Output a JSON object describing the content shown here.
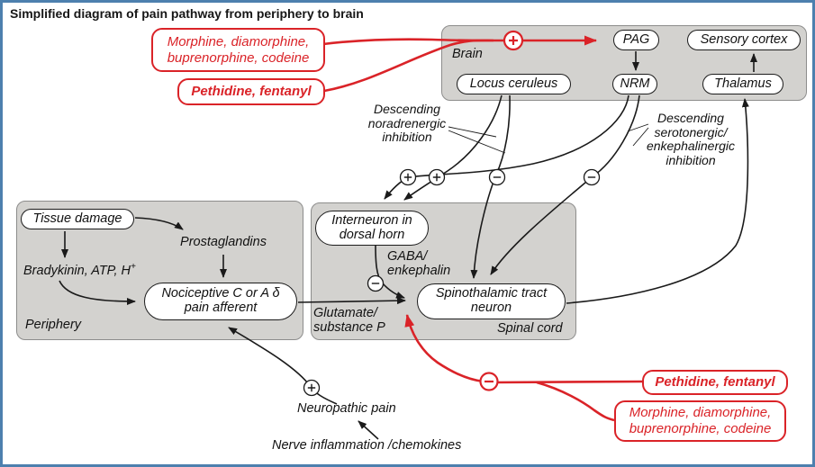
{
  "title": "Simplified diagram of pain pathway from periphery to brain",
  "colors": {
    "red": "#da2328",
    "box_gray": "#d3d2cf",
    "box_border": "#8d8d8c",
    "frame_blue": "#4d80ae"
  },
  "drug_labels": {
    "top_morphine": "Morphine, diamorphine,\nbuprenorphine, codeine",
    "top_pethidine": "Pethidine, fentanyl",
    "bottom_pethidine": "Pethidine, fentanyl",
    "bottom_morphine": "Morphine, diamorphine,\nbuprenorphine, codeine"
  },
  "brain": {
    "label": "Brain",
    "pag": "PAG",
    "sensory_cortex": "Sensory cortex",
    "locus_ceruleus": "Locus ceruleus",
    "nrm": "NRM",
    "thalamus": "Thalamus"
  },
  "pathway_labels": {
    "descending_noradrenergic": "Descending\nnoradrenergic\ninhibition",
    "descending_serotonergic": "Descending\nserotonergic/\nenkephalinergic\ninhibition",
    "gaba": "GABA/\nenkephalin",
    "glutamate": "Glutamate/\nsubstance P"
  },
  "periphery": {
    "label": "Periphery",
    "tissue_damage": "Tissue damage",
    "bradykinin": "Bradykinin, ATP, H",
    "bradykinin_sup": "+",
    "prostaglandins": "Prostaglandins",
    "nociceptive": "Nociceptive C or A δ\npain afferent"
  },
  "spinal": {
    "label": "Spinal cord",
    "interneuron": "Interneuron in\ndorsal horn",
    "spinothalamic": "Spinothalamic tract\nneuron"
  },
  "bottom": {
    "neuropathic": "Neuropathic pain",
    "nerve": "Nerve inflammation /chemokines"
  }
}
